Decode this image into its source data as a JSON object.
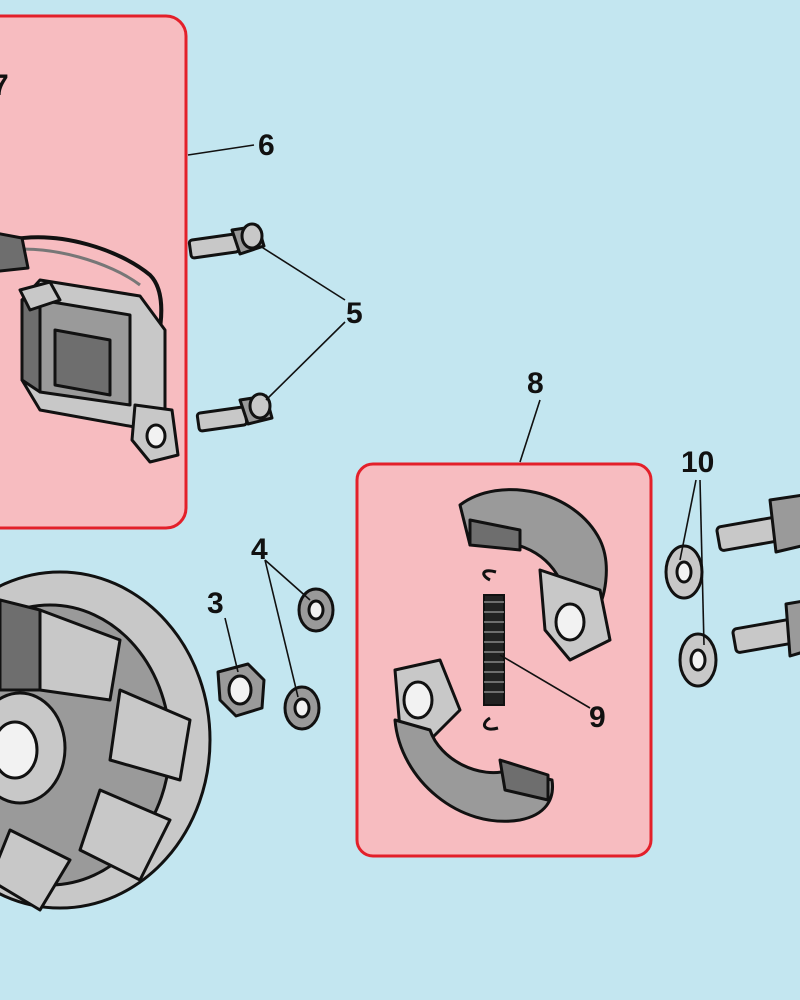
{
  "diagram": {
    "callouts": {
      "c3": "3",
      "c4": "4",
      "c5": "5",
      "c6": "6",
      "c7": "7",
      "c8": "8",
      "c9": "9",
      "c10": "10"
    },
    "colors": {
      "background": "#c3e6f0",
      "highlight_fill": "#f7bcc0",
      "highlight_border": "#e3202a",
      "part_gray": "#9a9a9a"
    }
  }
}
